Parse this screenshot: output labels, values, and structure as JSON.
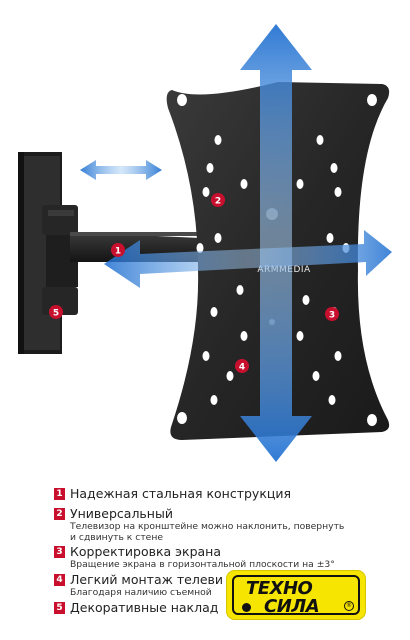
{
  "brand": {
    "label": "ARMMEDIA"
  },
  "callouts": [
    "1",
    "2",
    "3",
    "4",
    "5"
  ],
  "features": [
    {
      "num": "1",
      "title": "Надежная стальная конструкция",
      "desc": ""
    },
    {
      "num": "2",
      "title": "Универсальный",
      "desc": "Телевизор на кронштейне можно наклонить, повернуть",
      "desc2": "и сдвинуть к стене"
    },
    {
      "num": "3",
      "title": "Корректировка экрана",
      "desc": "Вращение экрана в горизонтальной плоскости на ±3°"
    },
    {
      "num": "4",
      "title": "Легкий монтаж телеви",
      "desc": "Благодаря наличию съемной"
    },
    {
      "num": "5",
      "title": "Декоративные наклад",
      "desc": ""
    }
  ],
  "store_logo": {
    "line1": "ТЕХНО",
    "line2": "СИЛА",
    "registered": "®"
  },
  "colors": {
    "callout": "#c8102e",
    "arrow": "#2f7fd8",
    "metal": "#2a2a2a",
    "logo": "#f6e500"
  }
}
